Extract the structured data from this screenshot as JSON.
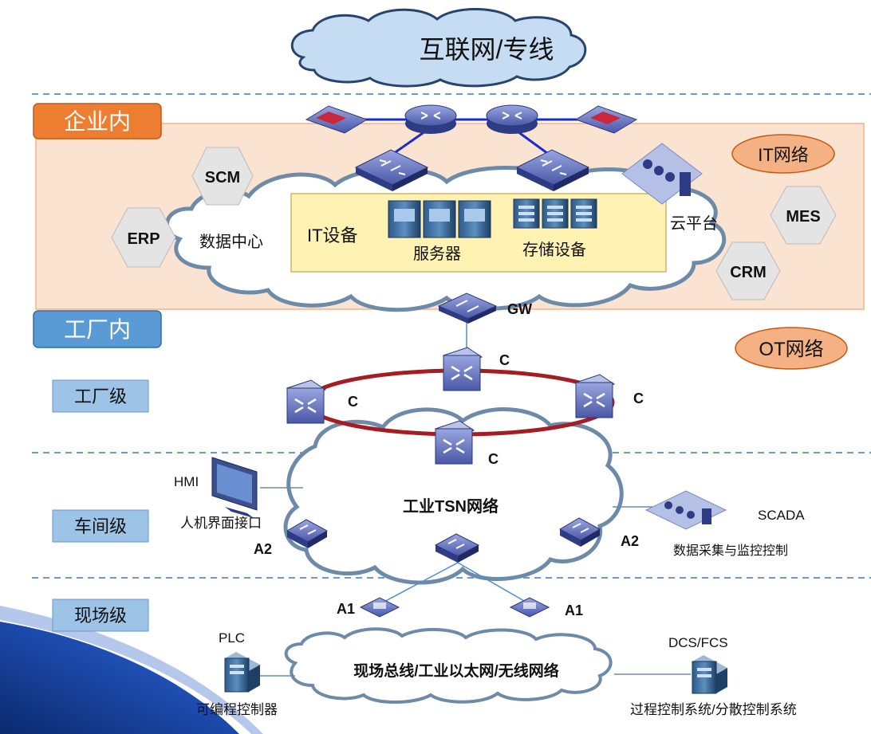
{
  "internet_label": "互联网/专线",
  "zones": {
    "enterprise": "企业内",
    "factory": "工厂内"
  },
  "network_labels": {
    "it": "IT网络",
    "ot": "OT网络"
  },
  "levels": {
    "factory_level": "工厂级",
    "workshop_level": "车间级",
    "field_level": "现场级"
  },
  "enterprise_systems": {
    "scm": "SCM",
    "erp": "ERP",
    "mes": "MES",
    "crm": "CRM"
  },
  "datacenter": {
    "label": "数据中心",
    "it_equipment": "IT设备",
    "servers": "服务器",
    "storage": "存储设备",
    "cloud_platform": "云平台"
  },
  "switches": {
    "gw": "GW",
    "c1": "C",
    "c2": "C",
    "c3": "C",
    "c4": "C",
    "a2_left": "A2",
    "a2_right": "A2",
    "a1_left": "A1",
    "a1_right": "A1"
  },
  "tsn_label": "工业TSN网络",
  "hmi": {
    "name": "HMI",
    "desc": "人机界面接口"
  },
  "scada": {
    "name": "SCADA",
    "desc": "数据采集与监控控制"
  },
  "fieldbus_label": "现场总线/工业以太网/无线网络",
  "plc": {
    "name": "PLC",
    "desc": "可编程控制器"
  },
  "dcs": {
    "name": "DCS/FCS",
    "desc": "过程控制系统/分散控制系统"
  },
  "colors": {
    "enterprise_bg": "#fbe3d2",
    "enterprise_tag": "#ed7d31",
    "factory_tag": "#5b9bd5",
    "level_box": "#9dc3e6",
    "ring": "#a51d22",
    "cloud_fill": "#ffffff",
    "cloud_stroke": "#6d8aa8",
    "it_box": "#fff2b3",
    "device_blue": "#3f4fa0"
  }
}
